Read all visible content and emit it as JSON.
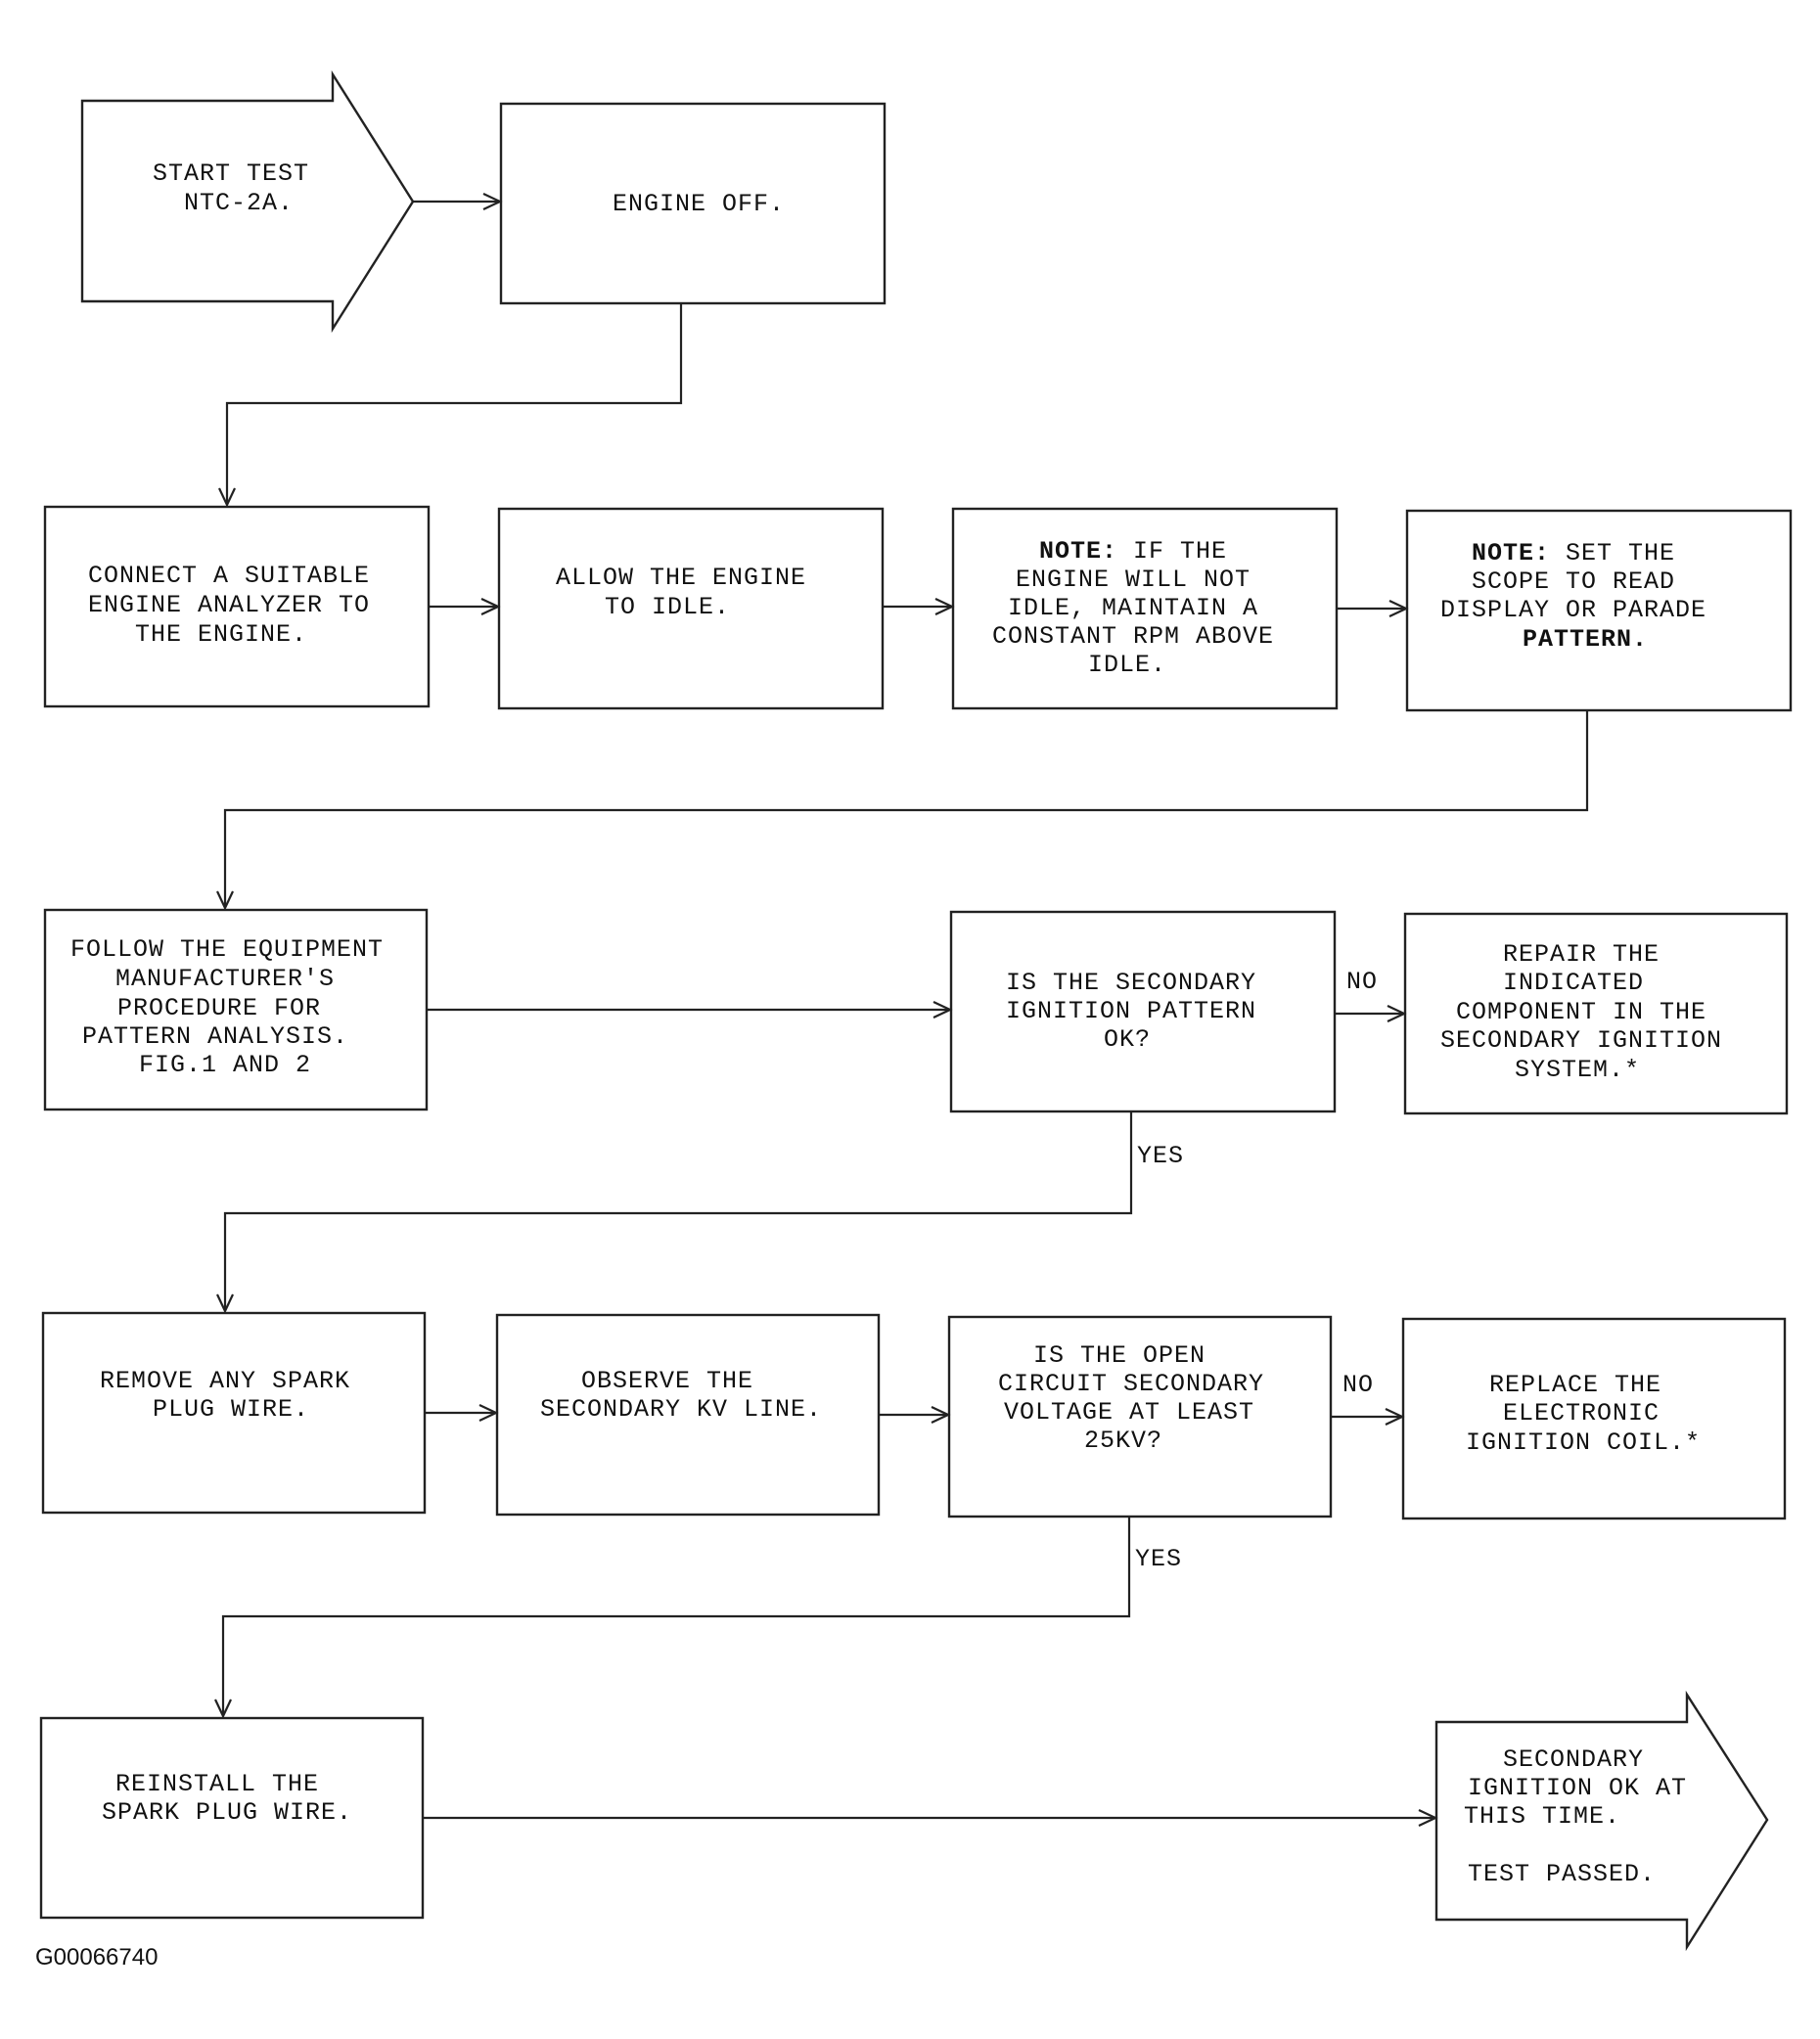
{
  "figure_id": "G00066740",
  "nodes": {
    "start": {
      "lines": [
        "START TEST",
        "NTC-2A."
      ]
    },
    "engine_off": {
      "lines": [
        "ENGINE OFF."
      ]
    },
    "connect": {
      "lines": [
        "CONNECT A SUITABLE",
        "ENGINE ANALYZER TO",
        "THE ENGINE."
      ]
    },
    "allow_idle": {
      "lines": [
        "ALLOW THE ENGINE",
        "TO IDLE."
      ]
    },
    "note_rpm": {
      "note": "NOTE:",
      "first": " IF THE",
      "lines": [
        "ENGINE WILL NOT",
        "IDLE, MAINTAIN A",
        "CONSTANT RPM ABOVE",
        "IDLE."
      ]
    },
    "note_scope": {
      "note": "NOTE:",
      "first": " SET THE",
      "lines": [
        "SCOPE TO READ",
        "DISPLAY OR PARADE"
      ],
      "last": "PATTERN."
    },
    "follow": {
      "lines": [
        "FOLLOW THE EQUIPMENT",
        "MANUFACTURER'S",
        "PROCEDURE FOR",
        "PATTERN ANALYSIS.",
        "FIG.1 AND 2"
      ]
    },
    "is_pattern_ok": {
      "lines": [
        "IS THE SECONDARY",
        "IGNITION PATTERN",
        "OK?"
      ]
    },
    "repair": {
      "lines": [
        "REPAIR THE",
        "INDICATED",
        "COMPONENT IN THE",
        "SECONDARY IGNITION",
        "SYSTEM.*"
      ]
    },
    "remove_wire": {
      "lines": [
        "REMOVE ANY SPARK",
        "PLUG WIRE."
      ]
    },
    "observe_kv": {
      "lines": [
        "OBSERVE THE",
        "SECONDARY KV LINE."
      ]
    },
    "is_voltage": {
      "lines": [
        "IS THE OPEN",
        "CIRCUIT SECONDARY",
        "VOLTAGE AT LEAST",
        "25KV?"
      ]
    },
    "replace_coil": {
      "lines": [
        "REPLACE THE",
        "ELECTRONIC",
        "IGNITION COIL.*"
      ]
    },
    "reinstall": {
      "lines": [
        "REINSTALL THE",
        "SPARK PLUG WIRE."
      ]
    },
    "end": {
      "lines": [
        "SECONDARY",
        "IGNITION OK AT",
        "THIS TIME.",
        "",
        "TEST PASSED."
      ]
    }
  },
  "edge_labels": {
    "no_1": "NO",
    "yes_1": "YES",
    "no_2": "NO",
    "yes_2": "YES"
  }
}
